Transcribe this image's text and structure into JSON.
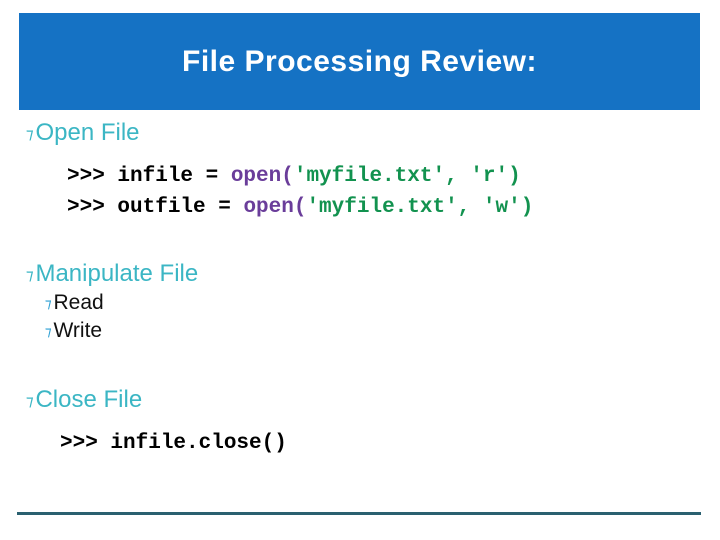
{
  "slide": {
    "title": "File Processing Review:",
    "banner_color": "#1572C4",
    "title_color": "#ffffff",
    "background_color": "#ffffff",
    "accent_heading_color": "#3BB6C4",
    "sub_bullet_color": "#2B9FD4",
    "rule_color": "#2A6070",
    "code_keyword_color": "#6A3D9A",
    "code_string_color": "#12924F",
    "code_plain_color": "#000000"
  },
  "bullets": {
    "glyph": "⁊",
    "open_file": "Open File",
    "manipulate_file": "Manipulate File",
    "read": "Read",
    "write": "Write",
    "close_file": "Close File"
  },
  "code": {
    "line1": {
      "prompt": ">>> infile = ",
      "keyword": "open(",
      "string": "'myfile.txt', 'r')"
    },
    "line2": {
      "prompt": ">>> outfile = ",
      "keyword": "open(",
      "string": "'myfile.txt', 'w')"
    },
    "line3": {
      "full": ">>> infile.close()"
    }
  }
}
